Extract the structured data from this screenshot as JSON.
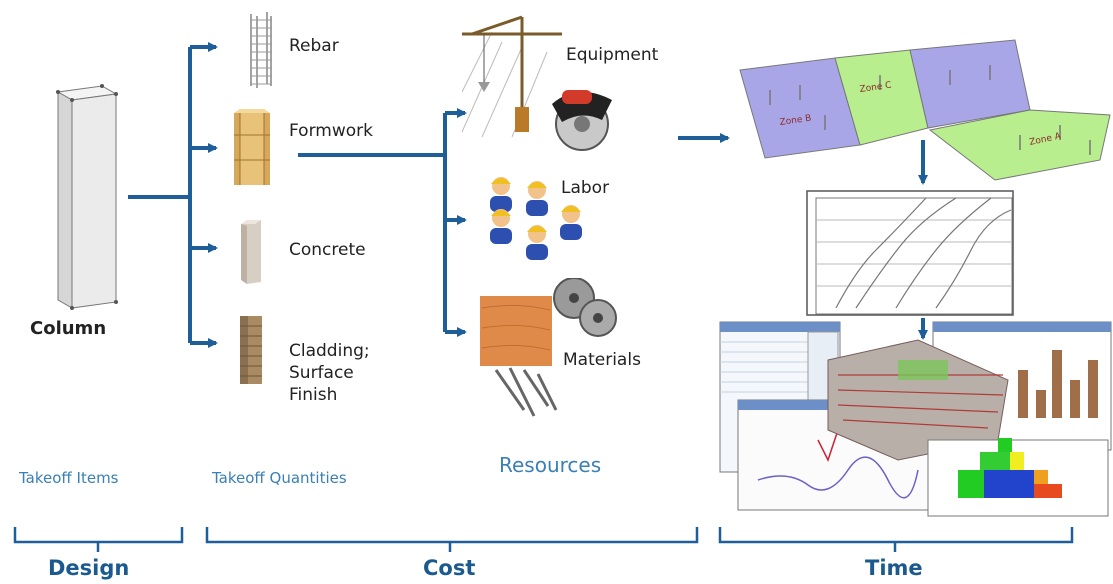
{
  "design": {
    "element_label": "Column",
    "caption": "Takeoff Items",
    "phase": "Design"
  },
  "cost": {
    "quantities_caption": "Takeoff Quantities",
    "quantities": [
      {
        "label": "Rebar",
        "icon": "rebar-cage-icon"
      },
      {
        "label": "Formwork",
        "icon": "formwork-icon"
      },
      {
        "label": "Concrete",
        "icon": "concrete-block-icon"
      },
      {
        "label": "Cladding;\nSurface\nFinish",
        "icon": "cladding-icon"
      }
    ],
    "resources_caption": "Resources",
    "resources": [
      {
        "label": "Equipment",
        "icon": "crane-and-saw-icon"
      },
      {
        "label": "Labor",
        "icon": "workers-icon"
      },
      {
        "label": "Materials",
        "icon": "materials-icon"
      }
    ],
    "phase": "Cost"
  },
  "time": {
    "phase": "Time",
    "zones": [
      "Zone B",
      "Zone C",
      "Zone A"
    ]
  },
  "colors": {
    "arrow": "#1f5f99",
    "caption": "#3a7fb5",
    "phase": "#1a5a8e",
    "zone_purple": "#a9a6e8",
    "zone_green": "#b9ee8e"
  }
}
